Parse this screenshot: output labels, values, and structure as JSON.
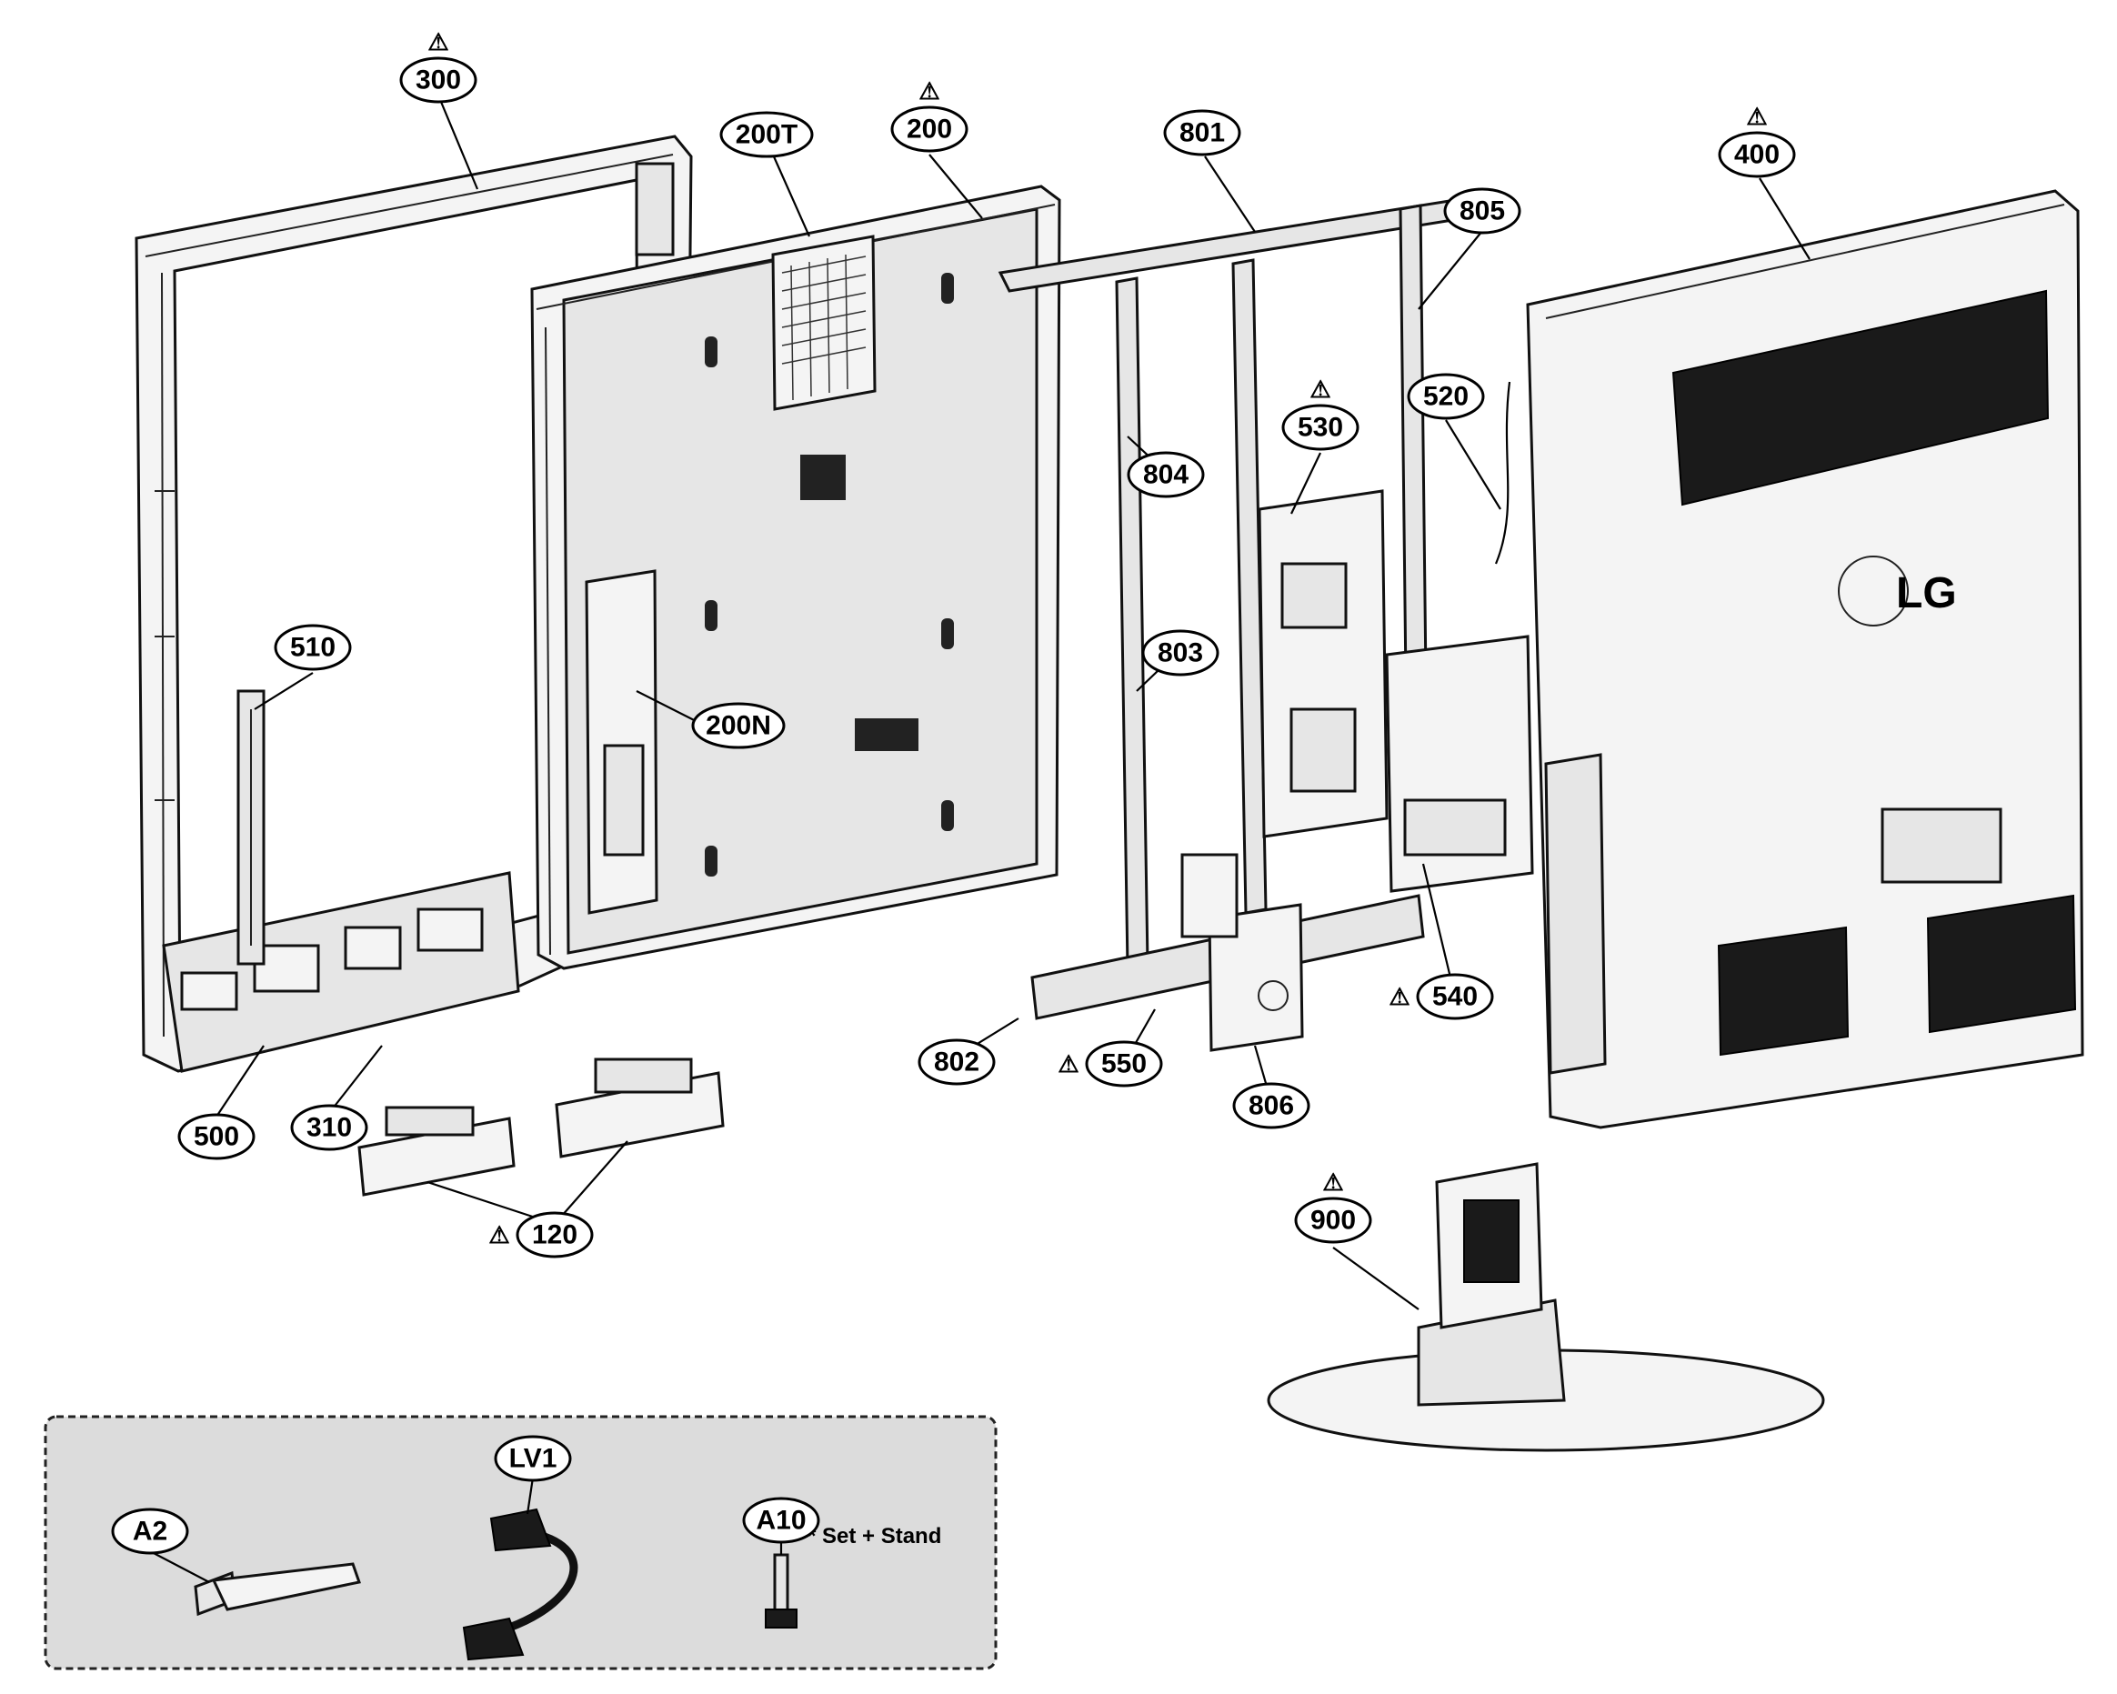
{
  "diagram": {
    "callouts": [
      {
        "id": "c300",
        "label": "300",
        "warning": true
      },
      {
        "id": "c200T",
        "label": "200T",
        "warning": false
      },
      {
        "id": "c200",
        "label": "200",
        "warning": true
      },
      {
        "id": "c801",
        "label": "801",
        "warning": false
      },
      {
        "id": "c400",
        "label": "400",
        "warning": true
      },
      {
        "id": "c805",
        "label": "805",
        "warning": false
      },
      {
        "id": "c530",
        "label": "530",
        "warning": true
      },
      {
        "id": "c520",
        "label": "520",
        "warning": false
      },
      {
        "id": "c804",
        "label": "804",
        "warning": false
      },
      {
        "id": "c510",
        "label": "510",
        "warning": false
      },
      {
        "id": "c803",
        "label": "803",
        "warning": false
      },
      {
        "id": "c200N",
        "label": "200N",
        "warning": false
      },
      {
        "id": "c540",
        "label": "540",
        "warning": true
      },
      {
        "id": "c802",
        "label": "802",
        "warning": false
      },
      {
        "id": "c550",
        "label": "550",
        "warning": true
      },
      {
        "id": "c806",
        "label": "806",
        "warning": false
      },
      {
        "id": "c500",
        "label": "500",
        "warning": false
      },
      {
        "id": "c310",
        "label": "310",
        "warning": false
      },
      {
        "id": "c120",
        "label": "120",
        "warning": true
      },
      {
        "id": "c900",
        "label": "900",
        "warning": true
      }
    ],
    "warning_symbol": "⚠",
    "logo_text": "LG",
    "accessories": {
      "items": [
        {
          "id": "a2",
          "label": "A2"
        },
        {
          "id": "lv1",
          "label": "LV1"
        },
        {
          "id": "a10",
          "label": "A10"
        }
      ],
      "note": "* Set + Stand"
    }
  }
}
